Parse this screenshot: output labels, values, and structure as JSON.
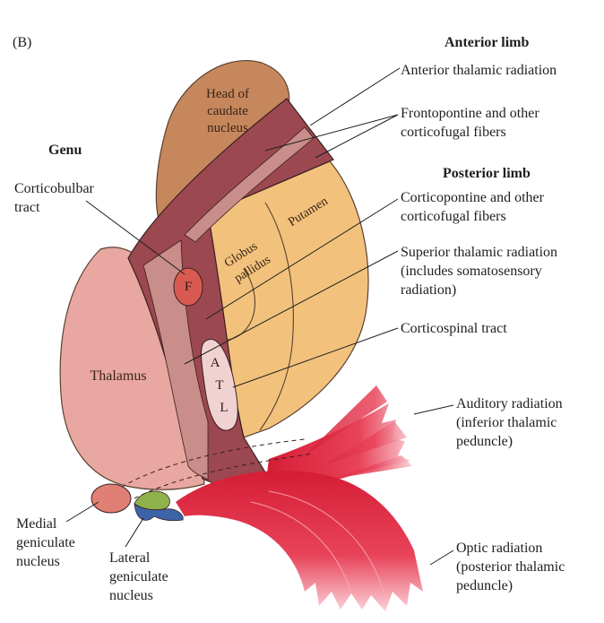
{
  "panel_label": "(B)",
  "headings": {
    "anterior_limb": "Anterior limb",
    "posterior_limb": "Posterior limb",
    "genu": "Genu"
  },
  "labels": {
    "anterior_thalamic_radiation": "Anterior thalamic radiation",
    "frontopontine_line1": "Frontopontine and other",
    "frontopontine_line2": "corticofugal fibers",
    "corticopontine_line1": "Corticopontine and other",
    "corticopontine_line2": "corticofugal fibers",
    "superior_thalamic_line1": "Superior thalamic radiation",
    "superior_thalamic_line2": "(includes somatosensory",
    "superior_thalamic_line3": "radiation)",
    "corticospinal_tract": "Corticospinal tract",
    "auditory_line1": "Auditory radiation",
    "auditory_line2": "(inferior thalamic",
    "auditory_line3": "peduncle)",
    "optic_line1": "Optic radiation",
    "optic_line2": "(posterior thalamic",
    "optic_line3": "peduncle)",
    "corticobulbar_line1": "Corticobulbar",
    "corticobulbar_line2": "tract",
    "medial_geniculate_line1": "Medial",
    "medial_geniculate_line2": "geniculate",
    "medial_geniculate_line3": "nucleus",
    "lateral_geniculate_line1": "Lateral",
    "lateral_geniculate_line2": "geniculate",
    "lateral_geniculate_line3": "nucleus"
  },
  "structures": {
    "caudate_line1": "Head of",
    "caudate_line2": "caudate",
    "caudate_line3": "nucleus",
    "thalamus": "Thalamus",
    "globus_pallidus_line1": "Globus",
    "globus_pallidus_line2": "pallidus",
    "putamen": "Putamen",
    "f_marker": "F",
    "atl_a": "A",
    "atl_t": "T",
    "atl_l": "L"
  },
  "colors": {
    "caudate": "#c6875c",
    "capsule_dark": "#9c4850",
    "capsule_light": "#c98d8a",
    "putamen": "#f2c27c",
    "thalamus": "#e8a7a0",
    "radiation": "#e0283c",
    "f_marker": "#d95a50",
    "atl_marker": "#f1d2d2",
    "lateral_geniculate_green": "#8fb34c",
    "lateral_geniculate_blue": "#3d63a8"
  }
}
